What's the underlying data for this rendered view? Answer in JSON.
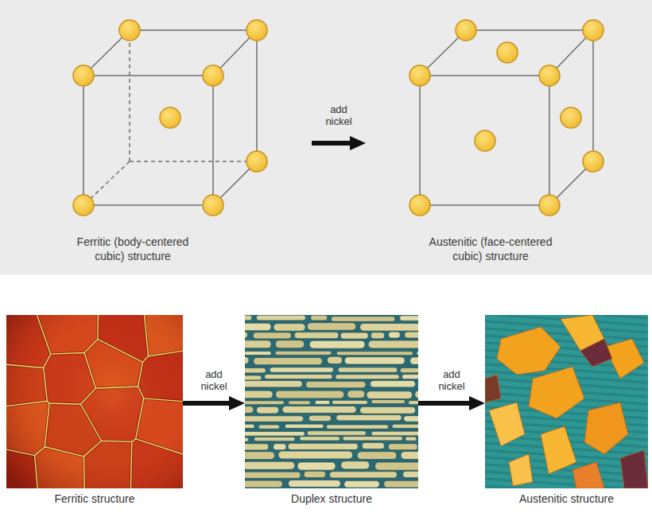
{
  "diagram": {
    "nodes": [
      {
        "text": [
          "Ferritic (body-centered cubic) structure"
        ]
      },
      {
        "text": [
          "Austenitic (face-centered cubic) structure"
        ]
      },
      {
        "text": [
          "Ferritic structure"
        ]
      },
      {
        "text": [
          "Duplex structure"
        ]
      },
      {
        "text": [
          "Austenitic structure"
        ]
      }
    ],
    "edges": [
      {
        "from": 0,
        "to": 1,
        "label": "add nickel",
        "arrow": "to"
      },
      {
        "from": 2,
        "to": 3,
        "label": "add nickel",
        "arrow": "to"
      },
      {
        "from": 3,
        "to": 4,
        "label": "add nickel",
        "arrow": "to"
      }
    ]
  }
}
